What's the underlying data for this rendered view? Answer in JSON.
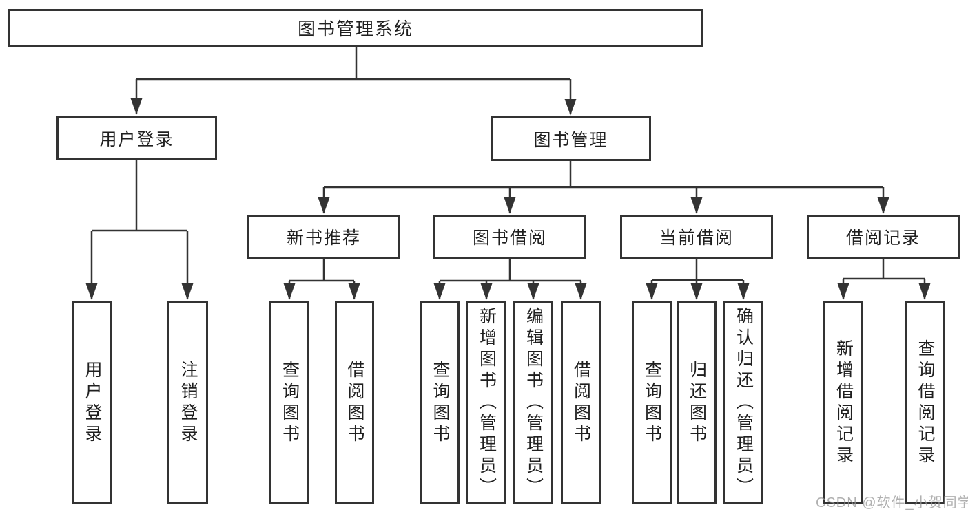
{
  "diagram": {
    "tree": {
      "root": "图书管理系统",
      "children": [
        {
          "label": "用户登录",
          "children": [
            "用户登录",
            "注销登录"
          ]
        },
        {
          "label": "图书管理",
          "children": [
            {
              "label": "新书推荐",
              "children": [
                "查询图书",
                "借阅图书"
              ]
            },
            {
              "label": "图书借阅",
              "children": [
                "查询图书",
                "新增图书（管理员）",
                "编辑图书（管理员）",
                "借阅图书"
              ]
            },
            {
              "label": "当前借阅",
              "children": [
                "查询图书",
                "归还图书",
                "确认归还（管理员）"
              ]
            },
            {
              "label": "借阅记录",
              "children": [
                "新增借阅记录",
                "查询借阅记录"
              ]
            }
          ]
        }
      ]
    },
    "colors": {
      "line": "#333333",
      "box_border": "#333333",
      "text": "#1f1f1f",
      "background": "#ffffff",
      "watermark_text_color": "#969696"
    }
  },
  "watermark": {
    "text": "CSDN @软件_小贺同学"
  }
}
